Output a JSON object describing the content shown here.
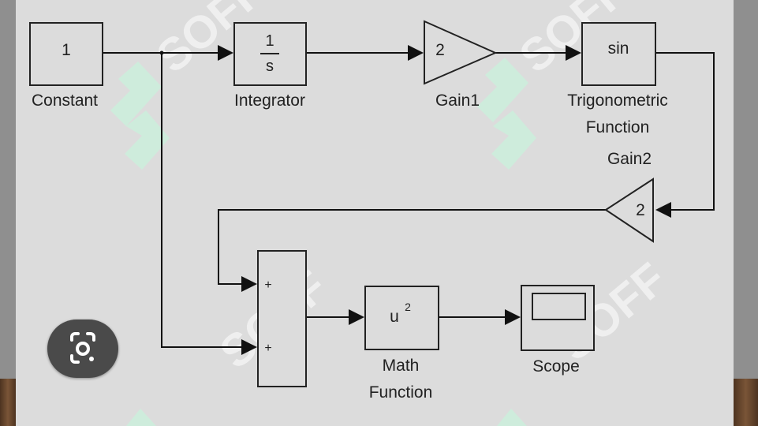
{
  "blocks": {
    "constant": {
      "value": "1",
      "label": "Constant"
    },
    "integrator": {
      "numerator": "1",
      "denominator": "s",
      "label": "Integrator"
    },
    "gain1": {
      "value": "2",
      "label": "Gain1"
    },
    "trig": {
      "value": "sin",
      "label_line1": "Trigonometric",
      "label_line2": "Function"
    },
    "gain2": {
      "value": "2",
      "label": "Gain2"
    },
    "sum": {
      "sign1": "+",
      "sign2": "+"
    },
    "math": {
      "base": "u",
      "exponent": "2",
      "label_line1": "Math",
      "label_line2": "Function"
    },
    "scope": {
      "label": "Scope"
    }
  },
  "watermark": {
    "text": "SOFF"
  },
  "overlay": {
    "icon": "google-lens-icon"
  },
  "colors": {
    "diagram_background": "#dcdcdc",
    "line": "#111111",
    "watermark": "#c9f2dc"
  }
}
